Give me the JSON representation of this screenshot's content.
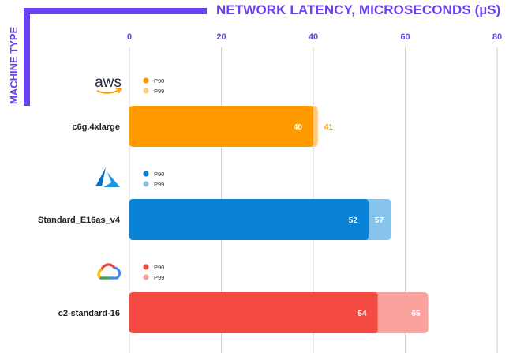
{
  "chart_data": {
    "type": "bar",
    "orientation": "horizontal",
    "title": "NETWORK LATENCY, MICROSECONDS (µS)",
    "ylabel": "MACHINE TYPE",
    "xlim": [
      0,
      80
    ],
    "xticks": [
      0,
      20,
      40,
      60,
      80
    ],
    "grid": true,
    "categories": [
      "c6g.4xlarge",
      "Standard_E16as_v4",
      "c2-standard-16"
    ],
    "series": [
      {
        "name": "P90",
        "values": [
          40,
          52,
          54
        ]
      },
      {
        "name": "P99",
        "values": [
          41,
          57,
          65
        ]
      }
    ],
    "providers": [
      {
        "logo": "aws-logo",
        "logo_text": "aws",
        "p90_color": "#ff9900",
        "p99_color": "#ffc98a"
      },
      {
        "logo": "azure-logo",
        "logo_text": "",
        "p90_color": "#0a83d6",
        "p99_color": "#86c4ec"
      },
      {
        "logo": "google-cloud-logo",
        "logo_text": "",
        "p90_color": "#f44a42",
        "p99_color": "#f9a29d"
      }
    ]
  },
  "colors": {
    "accent": "#6b3ff2",
    "grid": "#d0d0d0"
  }
}
